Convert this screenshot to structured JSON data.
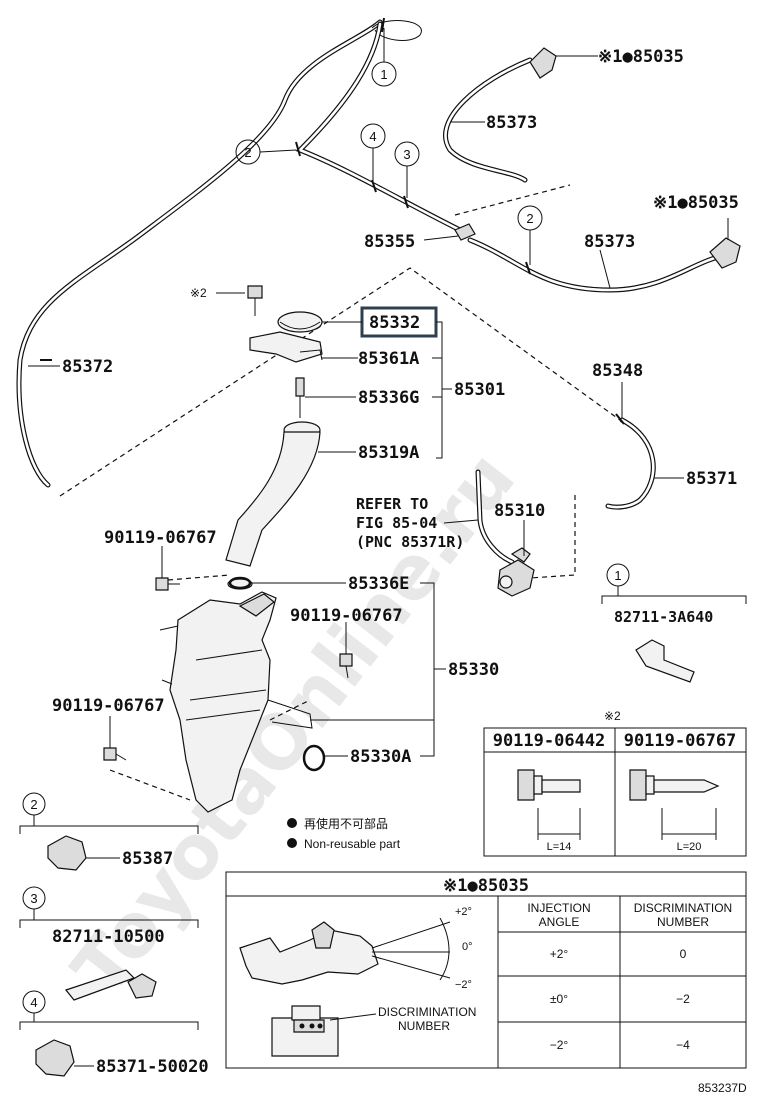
{
  "watermark": "ToyotaOnline.ru",
  "drawing_number": "853237D",
  "legend": {
    "jp": "再使用不可部品",
    "en": "Non-reusable part"
  },
  "callouts": {
    "c1": "1",
    "c2": "2",
    "c3": "3",
    "c4": "4"
  },
  "parts": {
    "p85035_top": "※1●85035",
    "p85373_top": "85373",
    "p85035_mid": "※1●85035",
    "p85355": "85355",
    "p85373_mid": "85373",
    "p85372": "85372",
    "note2": "※2",
    "p85332": "85332",
    "p85361A": "85361A",
    "p85336G": "85336G",
    "p85301": "85301",
    "p85319A": "85319A",
    "p85348": "85348",
    "p85371": "85371",
    "refer_1": "REFER TO",
    "refer_2": "FIG 85-04",
    "refer_3": "(PNC 85371R)",
    "p85310": "85310",
    "p90119_06767_a": "90119-06767",
    "p85336E": "85336E",
    "p90119_06767_b": "90119-06767",
    "p85330": "85330",
    "p90119_06767_c": "90119-06767",
    "p85330A": "85330A"
  },
  "clip_boxes": {
    "box1_label": "82711-3A640",
    "box2_label": "85387",
    "box3_label": "82711-10500",
    "box4_label": "85371-50020"
  },
  "bolt_table": {
    "note": "※2",
    "col1": "90119-06442",
    "col2": "90119-06767",
    "len1": "L=14",
    "len2": "L=20"
  },
  "nozzle_table": {
    "title": "※1●85035",
    "angle_top": "+2°",
    "angle_mid": "0°",
    "angle_bot": "−2°",
    "discrim_label_1": "DISCRIMINATION",
    "discrim_label_2": "NUMBER",
    "head_injection_1": "INJECTION",
    "head_injection_2": "ANGLE",
    "head_discrim_1": "DISCRIMINATION",
    "head_discrim_2": "NUMBER",
    "rows": [
      {
        "angle": "+2°",
        "number": "0"
      },
      {
        "angle": "±0°",
        "number": "−2"
      },
      {
        "angle": "−2°",
        "number": "−4"
      }
    ]
  }
}
